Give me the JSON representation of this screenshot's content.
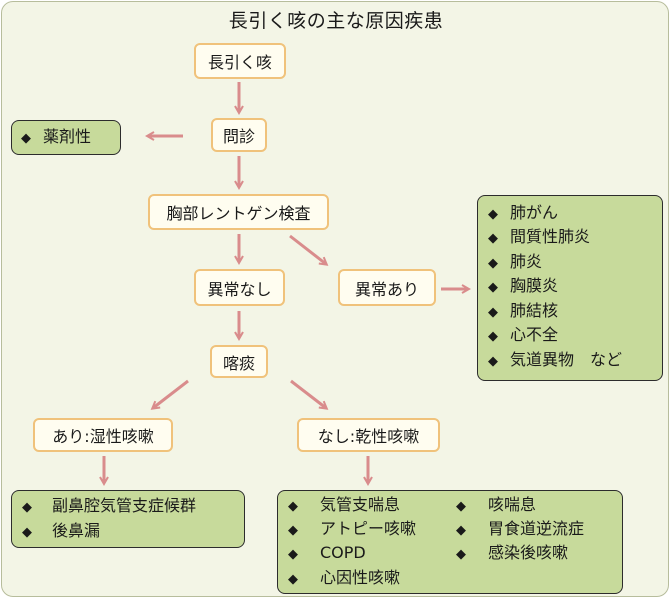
{
  "title": "長引く咳の主な原因疾患",
  "bullet": "◆",
  "nodes": {
    "start": "長引く咳",
    "interview": "問診",
    "xray": "胸部レントゲン検査",
    "normal": "異常なし",
    "abnormal": "異常あり",
    "sputum": "喀痰",
    "wet": "あり:湿性咳嗽",
    "dry": "なし:乾性咳嗽"
  },
  "drug_box": {
    "items": [
      "薬剤性"
    ]
  },
  "abnormal_box": {
    "items": [
      "肺がん",
      "間質性肺炎",
      "肺炎",
      "胸膜炎",
      "肺結核",
      "心不全",
      "気道異物　など"
    ]
  },
  "wet_box": {
    "items": [
      "副鼻腔気管支症候群",
      "後鼻漏"
    ]
  },
  "dry_box": {
    "left": [
      "気管支喘息",
      "アトピー咳嗽",
      "COPD",
      "心因性咳嗽"
    ],
    "right": [
      "咳喘息",
      "胃食道逆流症",
      "感染後咳嗽"
    ]
  },
  "colors": {
    "arrow": "#d98c8c",
    "node_border": "#f0c27b",
    "result_fill": "#c7da9b"
  }
}
